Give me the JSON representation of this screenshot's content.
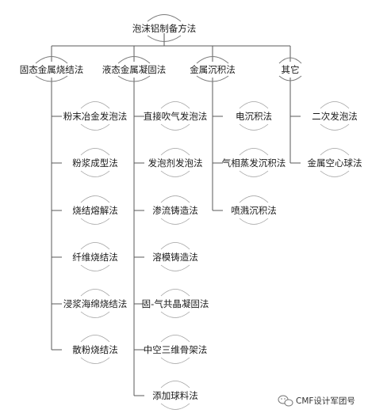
{
  "diagram": {
    "root": "泡沫铝制备方法",
    "categories": [
      {
        "label": "固态金属烧结法",
        "children": [
          "粉末冶金发泡法",
          "粉浆成型法",
          "烧结熔解法",
          "纤维烧结法",
          "浸浆海绵烧结法",
          "散粉烧结法"
        ]
      },
      {
        "label": "液态金属凝固法",
        "children": [
          "直接吹气发泡法",
          "发泡剂发泡法",
          "渗流铸造法",
          "溶模铸造法",
          "固-气共晶凝固法",
          "中空三维骨架法",
          "添加球料法"
        ]
      },
      {
        "label": "金属沉积法",
        "children": [
          "电沉积法",
          "气相蒸发沉积法",
          "喷溅沉积法"
        ]
      },
      {
        "label": "其它",
        "children": [
          "二次发泡法",
          "金属空心球法"
        ]
      }
    ]
  },
  "watermark": {
    "text": "CMF设计军团号"
  },
  "colors": {
    "line": "#5a5a5a",
    "arc": "#7a7a7a",
    "text": "#1a1a1a"
  }
}
